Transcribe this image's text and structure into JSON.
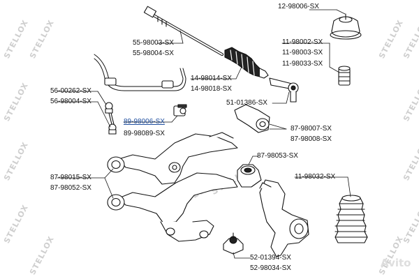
{
  "labels": {
    "l12_98006": "12-98006-SX",
    "l55_98003": "55-98003-SX",
    "l55_98004": "55-98004-SX",
    "l11_98002": "11-98002-SX",
    "l11_98003": "11-98003-SX",
    "l11_98033": "11-98033-SX",
    "l14_98014": "14-98014-SX",
    "l14_98018": "14-98018-SX",
    "l56_00262": "56-00262-SX",
    "l56_98004": "56-98004-SX",
    "l51_01386": "51-01386-SX",
    "l89_98006": "89-98006-SX",
    "l89_98089": "89-98089-SX",
    "l87_98007": "87-98007-SX",
    "l87_98008": "87-98008-SX",
    "l87_98053": "87-98053-SX",
    "l87_98015": "87-98015-SX",
    "l87_98052": "87-98052-SX",
    "l11_98032": "11-98032-SX",
    "l52_01394": "52-01394-SX",
    "l52_98034": "52-98034-SX"
  },
  "watermark": {
    "brand": "STELLOX",
    "marketplace": "Avito"
  },
  "colors": {
    "highlight_label": "#1f4fa0",
    "line": "#111111",
    "watermark": "#cfcfcf"
  }
}
